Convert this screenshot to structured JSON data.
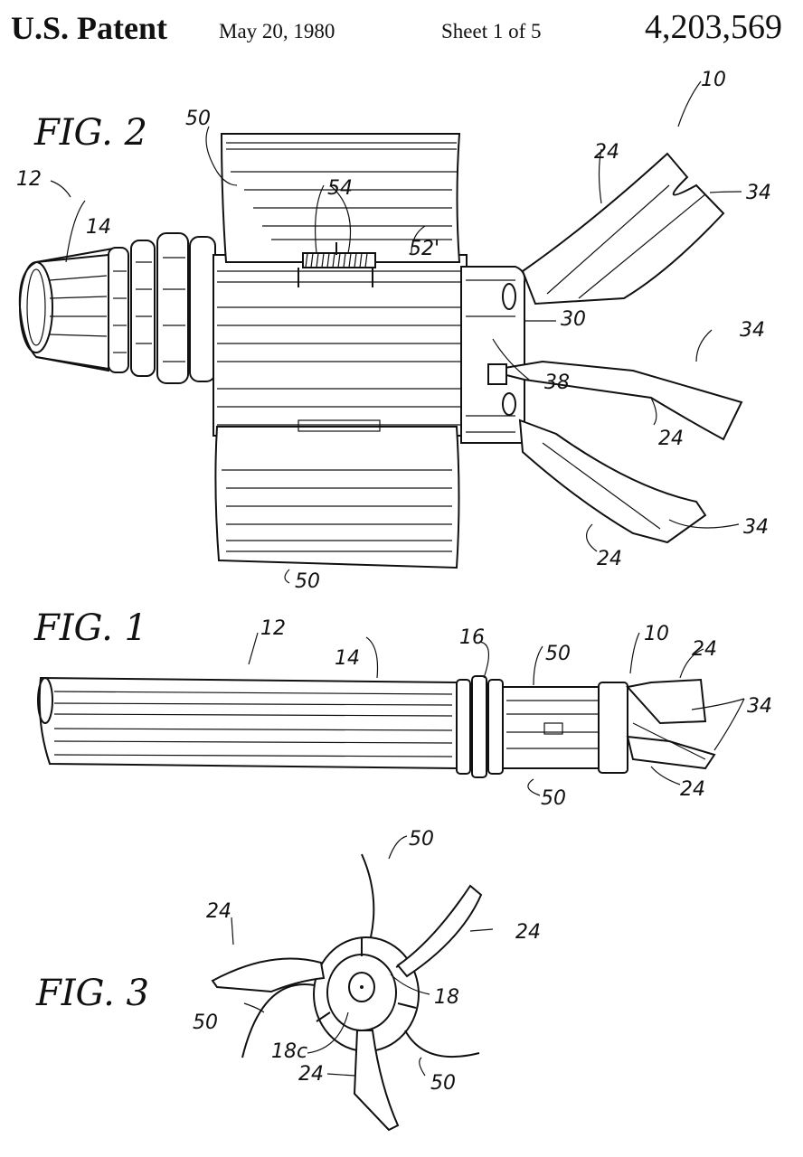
{
  "header": {
    "title": "U.S. Patent",
    "date": "May 20, 1980",
    "sheet": "Sheet 1 of 5",
    "patent_number": "4,203,569"
  },
  "figures": [
    {
      "id": "fig2",
      "caption": "FIG. 2",
      "reference_labels": [
        "10",
        "12",
        "14",
        "50",
        "54",
        "52'",
        "24",
        "34",
        "30",
        "38",
        "34",
        "24",
        "24",
        "34",
        "50"
      ]
    },
    {
      "id": "fig1",
      "caption": "FIG. 1",
      "reference_labels": [
        "12",
        "14",
        "16",
        "50",
        "10",
        "24",
        "34",
        "50",
        "24"
      ]
    },
    {
      "id": "fig3",
      "caption": "FIG. 3",
      "reference_labels": [
        "50",
        "24",
        "24",
        "18",
        "50",
        "18c",
        "24",
        "50"
      ]
    }
  ]
}
